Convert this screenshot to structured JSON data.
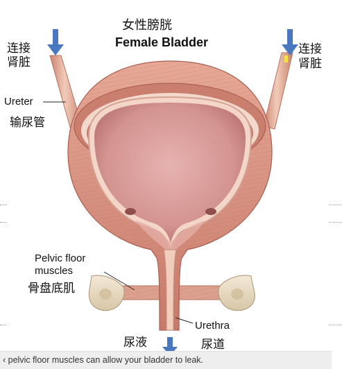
{
  "title": {
    "chinese": "女性膀胱",
    "english": "Female Bladder"
  },
  "labels": {
    "connect_kidney_left_line1": "连接",
    "connect_kidney_left_line2": "肾脏",
    "connect_kidney_right_line1": "连接",
    "connect_kidney_right_line2": "肾脏",
    "ureter_en": "Ureter",
    "ureter_cn": "输尿管",
    "pelvic_en_line1": "Pelvic floor",
    "pelvic_en_line2": "muscles",
    "pelvic_cn": "骨盘底肌",
    "urethra_en": "Urethra",
    "urethra_cn": "尿道",
    "urine_cn": "尿液"
  },
  "caption": "‹ pelvic floor muscles can allow your bladder to leak.",
  "colors": {
    "arrow": "#4a78c0",
    "muscle_outer": "#d98f80",
    "bladder_inner": "#d89c9c",
    "tube": "#e8b7a4",
    "bone": "#e9dcc4"
  },
  "icons": {
    "flow_arrow": "down-arrow-icon"
  }
}
